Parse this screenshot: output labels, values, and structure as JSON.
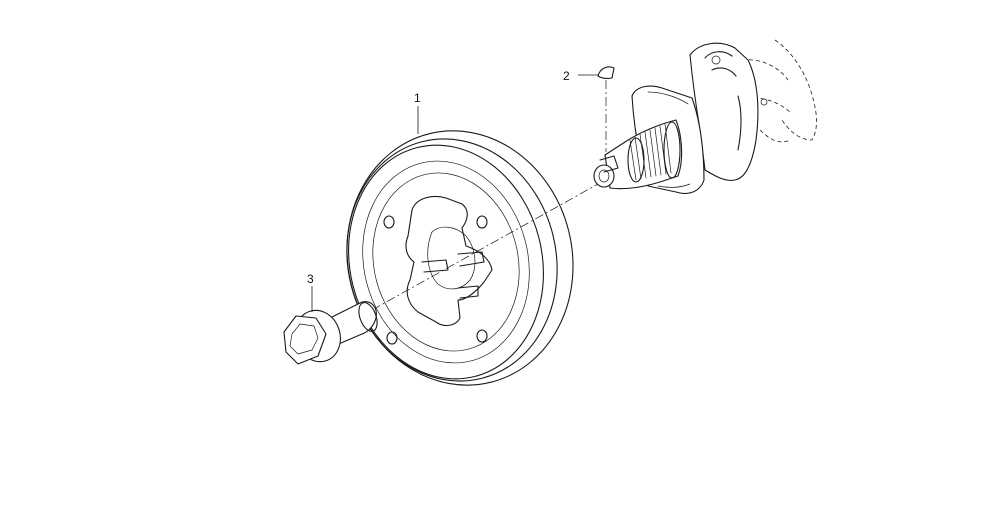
{
  "callouts": [
    {
      "label": "1"
    },
    {
      "label": "2"
    },
    {
      "label": "3"
    }
  ],
  "parts": [
    {
      "part": "crankshaft-pulley"
    },
    {
      "part": "woodruff-key"
    },
    {
      "part": "flange-bolt"
    }
  ]
}
